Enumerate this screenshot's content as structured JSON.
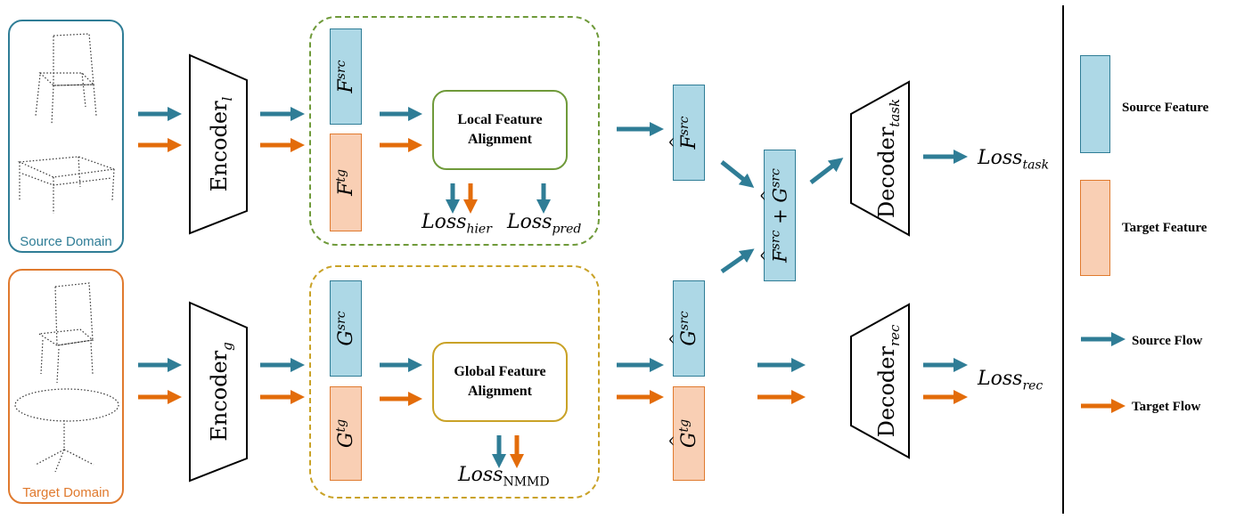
{
  "domains": {
    "source": {
      "label": "Source Domain",
      "color": "#2f7d96"
    },
    "target": {
      "label": "Target Domain",
      "color": "#e07a2e"
    }
  },
  "encoders": {
    "local": {
      "name": "Encoder",
      "sub": "l"
    },
    "global": {
      "name": "Encoder",
      "sub": "g"
    }
  },
  "features": {
    "f_src": {
      "base": "F",
      "sup": "src"
    },
    "f_tgt": {
      "base": "F",
      "sup": "tg"
    },
    "g_src": {
      "base": "G",
      "sup": "src"
    },
    "g_tgt": {
      "base": "G",
      "sup": "tg"
    },
    "f_hat_src": {
      "base": "F",
      "sup": "src"
    },
    "g_hat_src": {
      "base": "G",
      "sup": "src"
    },
    "g_hat_tgt": {
      "base": "G",
      "sup": "tg"
    },
    "fusion": {
      "a": "F",
      "a_sup": "src",
      "plus": "+",
      "b": "G",
      "b_sup": "src"
    }
  },
  "alignment": {
    "local": {
      "text": "Local Feature\nAlignment",
      "color": "#6f9a3a"
    },
    "global": {
      "text": "Global Feature\nAlignment",
      "color": "#c9a227"
    }
  },
  "losses": {
    "hier": {
      "base": "Loss",
      "sub": "hier"
    },
    "pred": {
      "base": "Loss",
      "sub": "pred"
    },
    "nmmd": {
      "base": "Loss",
      "sub": "NMMD"
    },
    "task": {
      "base": "Loss",
      "sub": "task"
    },
    "rec": {
      "base": "Loss",
      "sub": "rec"
    }
  },
  "decoders": {
    "task": {
      "name": "Decoder",
      "sub": "task"
    },
    "rec": {
      "name": "Decoder",
      "sub": "rec"
    }
  },
  "legend": {
    "source_feature": "Source Feature",
    "target_feature": "Target Feature",
    "source_flow": "Source Flow",
    "target_flow": "Target Flow"
  },
  "colors": {
    "source_flow": "#2f7d96",
    "target_flow": "#e36c0a",
    "source_feature_fill": "#add8e6",
    "target_feature_fill": "#f9cfb4"
  }
}
